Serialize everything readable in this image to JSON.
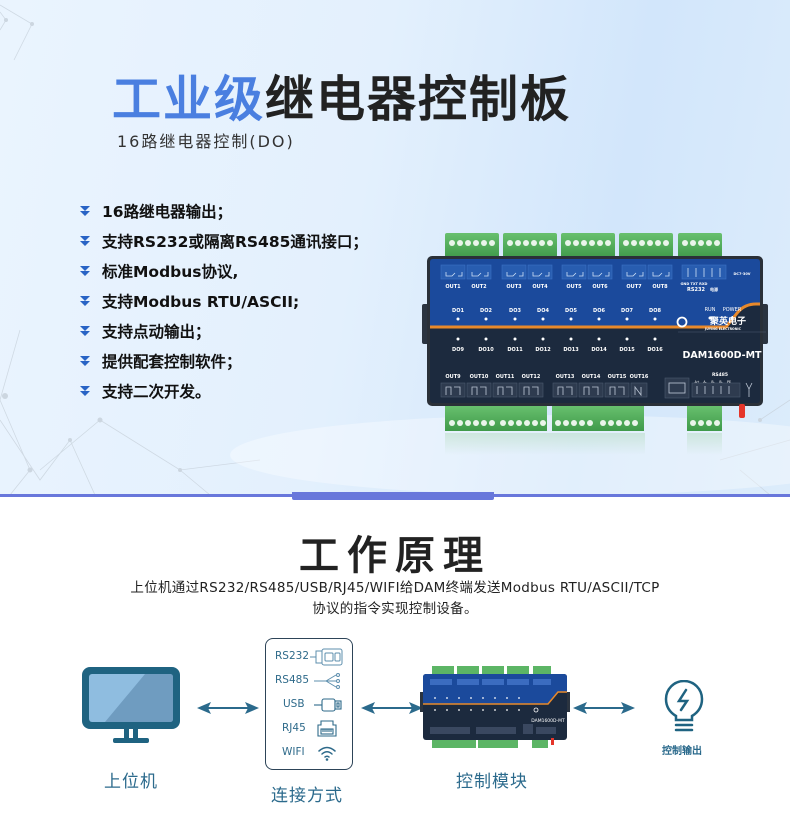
{
  "hero": {
    "title_blue": "工业级",
    "title_dark": "继电器控制板",
    "subtitle": "16路继电器控制(DO)",
    "features": [
      "16路继电器输出；",
      "支持RS232或隔离RS485通讯接口；",
      "标准Modbus协议,",
      "支持Modbus RTU/ASCII;",
      "支持点动输出；",
      "提供配套控制软件；",
      "支持二次开发。"
    ],
    "bullet_icon": "double-chevron-down-icon"
  },
  "device": {
    "model": "DAM1600D-MT",
    "brand_cn": "聚英电子",
    "brand_en": "JUYING ELECTRONIC",
    "top_outputs": [
      "OUT1",
      "OUT2",
      "OUT3",
      "OUT4",
      "OUT5",
      "OUT6",
      "OUT7",
      "OUT8"
    ],
    "top_leds": [
      "DO1",
      "DO2",
      "DO3",
      "DO4",
      "DO5",
      "DO6",
      "DO7",
      "DO8"
    ],
    "bottom_leds": [
      "DO9",
      "DO10",
      "DO11",
      "DO12",
      "DO13",
      "DO14",
      "DO15",
      "DO16"
    ],
    "bottom_outputs": [
      "OUT9",
      "OUT10",
      "OUT11",
      "OUT12",
      "OUT13",
      "OUT14",
      "OUT15",
      "OUT16"
    ],
    "rs232_label": "RS232",
    "rs232_pins": "GND TXT RXD",
    "power_label": "电源",
    "dc_label": "DC7-30V",
    "run_label": "RUN",
    "power_led_label": "POWER",
    "rs485_label": "RS485",
    "rs485_pins": [
      "A+",
      "A-",
      "B-",
      "B-",
      "PE"
    ]
  },
  "principle": {
    "title": "工作原理",
    "desc_line1": "上位机通过RS232/RS485/USB/RJ45/WIFI给DAM终端发送Modbus RTU/ASCII/TCP",
    "desc_line2": "协议的指令实现控制设备。",
    "host_label": "上位机",
    "connection_label": "连接方式",
    "module_label": "控制模块",
    "output_label": "控制输出",
    "connections": [
      {
        "label": "RS232",
        "icon": "db9-connector-icon"
      },
      {
        "label": "RS485",
        "icon": "rs485-fork-icon"
      },
      {
        "label": "USB",
        "icon": "usb-plug-icon"
      },
      {
        "label": "RJ45",
        "icon": "ethernet-port-icon"
      },
      {
        "label": "WIFI",
        "icon": "wifi-icon"
      }
    ]
  },
  "colors": {
    "accent_blue": "#4a7fe0",
    "divider": "#6877db",
    "diagram_teal": "#2b6a8c",
    "device_blue": "#1b4a9c",
    "device_dark": "#1c2a3e",
    "device_orange": "#e8892b",
    "terminal_green": "#4cae5a"
  }
}
